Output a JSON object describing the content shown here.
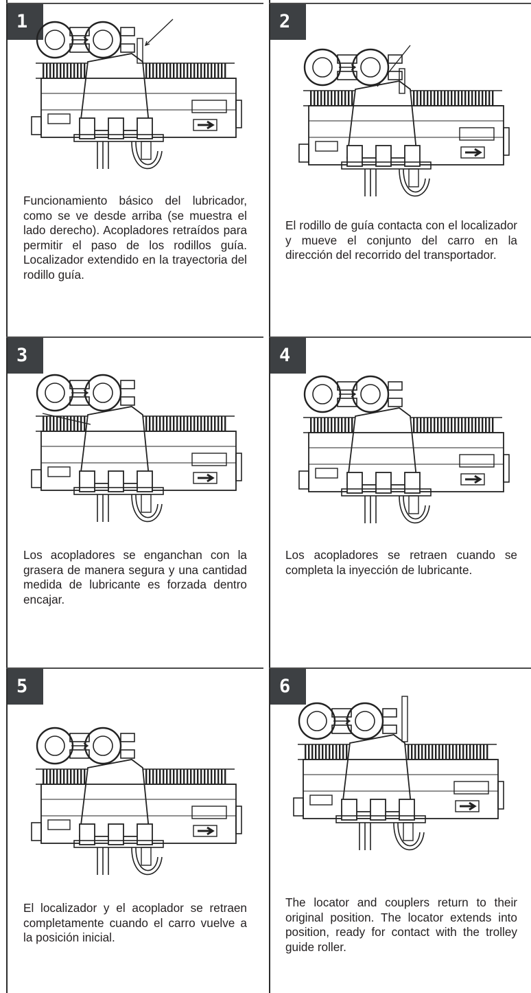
{
  "steps": [
    {
      "number": "1",
      "text": "Funcionamiento básico del lubricador, como se ve desde arriba (se muestra el lado derecho). Acopladores retraídos para permitir el paso de los rodillos guía. Localizador extendido en la trayectoria del rodillo guía."
    },
    {
      "number": "2",
      "text": "El rodillo de guía contacta con el localizador y mueve el conjunto del carro en la dirección del recorrido del transportador."
    },
    {
      "number": "3",
      "text": "Los acopladores se enganchan con la grasera de manera segura y una cantidad medida de lubricante es forzada dentro encajar."
    },
    {
      "number": "4",
      "text": "Los acopladores se retraen cuando se completa la inyección de lubricante."
    },
    {
      "number": "5",
      "text": "El localizador y el acoplador se retraen completamente cuando el carro vuelve a la posición inicial."
    },
    {
      "number": "6",
      "text": "The locator and couplers return to their original position. The locator extends into position, ready for contact with the trolley guide roller."
    }
  ],
  "colors": {
    "badge": "#3d4043",
    "rule": "#4a4a4a",
    "text": "#231f20"
  }
}
